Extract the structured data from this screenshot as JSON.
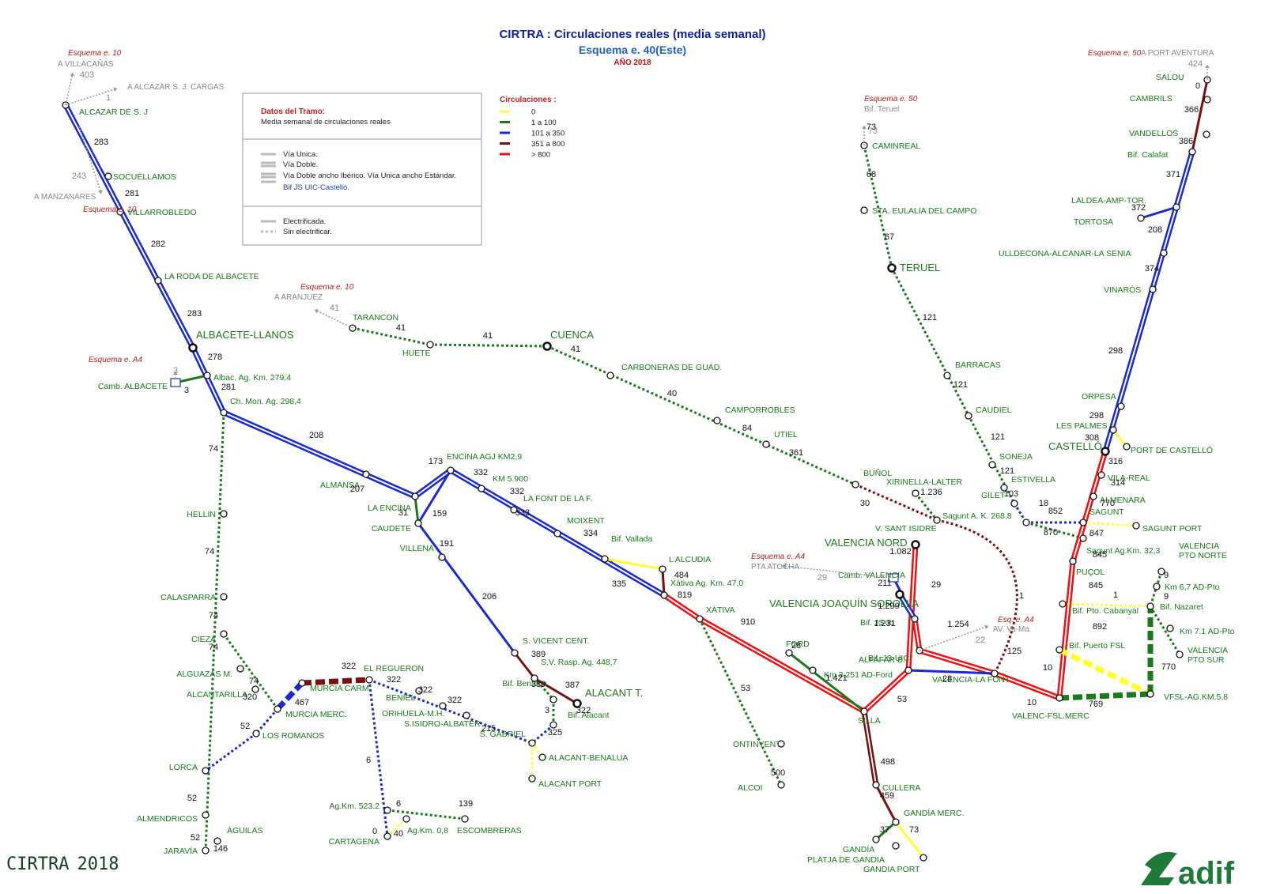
{
  "header": {
    "title": "CIRTRA : Circulaciones reales (media semanal)",
    "subtitle": "Esquema e. 40(Este)",
    "year": "AÑO  2018"
  },
  "legend": {
    "box_title": "Datos del Tramo:",
    "box_desc": "Media semanal de circulaciones reales",
    "track_unica": "Vía Unica.",
    "track_doble": "Vía Doble.",
    "track_mixta": "Vía Doble ancho Ibérico. Vía Unica ancho Estándar.",
    "track_bif": "Bif JS UIC-Castelló.",
    "electrified": "Electrificada.",
    "not_electrified": "Sin electrificar.",
    "circ_title": "Circulaciones  :",
    "circ": [
      {
        "label": "0",
        "color": "#ffff33"
      },
      {
        "label": "1 a 100",
        "color": "#1a7a1a"
      },
      {
        "label": "101 a 350",
        "color": "#1a2ad0"
      },
      {
        "label": "351 a 800",
        "color": "#7a1010"
      },
      {
        "label": "> 800",
        "color": "#ee1111"
      }
    ]
  },
  "footer": {
    "cirtra": "CIRTRA",
    "year": "2018",
    "logo": "adif"
  },
  "stations": [
    {
      "id": "alcazar",
      "name": "ALCAZAR  DE S. J"
    },
    {
      "id": "socuellamos",
      "name": "SOCUÉLLAMOS"
    },
    {
      "id": "villarrobledo",
      "name": "VILLARROBLEDO"
    },
    {
      "id": "laroda",
      "name": "LA RODA DE ALBACETE"
    },
    {
      "id": "albacete",
      "name": "ALBACETE-LLANOS"
    },
    {
      "id": "cambalb",
      "name": "Camb. ALBACETE"
    },
    {
      "id": "albag",
      "name": "Albac. Ag. Km. 279,4"
    },
    {
      "id": "chmon",
      "name": "Ch. Mon. Ag. 298,4"
    },
    {
      "id": "almansa",
      "name": "ALMANSA"
    },
    {
      "id": "laencina",
      "name": "LA ENCINA"
    },
    {
      "id": "caudete",
      "name": "CAUDETE"
    },
    {
      "id": "encinaagj",
      "name": "ENCINA AGJ KM2,9"
    },
    {
      "id": "km5900",
      "name": "KM 5.900"
    },
    {
      "id": "lafont",
      "name": "LA FONT DE LA F."
    },
    {
      "id": "moixent",
      "name": "MOIXENT"
    },
    {
      "id": "bifvallada",
      "name": "Bif. Vallada"
    },
    {
      "id": "lalcudia",
      "name": "L ALCUDIA"
    },
    {
      "id": "xativaag",
      "name": "Xàtiva Ag. Km. 47,0"
    },
    {
      "id": "xativa",
      "name": "XÀTIVA"
    },
    {
      "id": "villena",
      "name": "VILLENA"
    },
    {
      "id": "svicent",
      "name": "S. VICENT CENT."
    },
    {
      "id": "svrasp",
      "name": "S.V. Rasp. Ag. 448,7"
    },
    {
      "id": "bifbenalua",
      "name": "Bif. Benalua"
    },
    {
      "id": "alacantt",
      "name": "ALACANT T."
    },
    {
      "id": "bifalacant",
      "name": "Bif. Alacant"
    },
    {
      "id": "sgabriel",
      "name": "S. GABRIEL"
    },
    {
      "id": "alacantben",
      "name": "ALACANT-BENALUA"
    },
    {
      "id": "alacantport",
      "name": "ALACANT PORT"
    },
    {
      "id": "hellin",
      "name": "HELLIN"
    },
    {
      "id": "calasparra",
      "name": "CALASPARRA"
    },
    {
      "id": "cieza",
      "name": "CIEZA"
    },
    {
      "id": "alguazas",
      "name": "ALGUAZAS M."
    },
    {
      "id": "alcantarilla",
      "name": "ALCANTARILLA"
    },
    {
      "id": "murciacarm",
      "name": "MURCIA CARM."
    },
    {
      "id": "murciamerc",
      "name": "MURCIA MERC."
    },
    {
      "id": "losromanos",
      "name": "LOS ROMANOS"
    },
    {
      "id": "lorca",
      "name": "LORCA"
    },
    {
      "id": "almendricos",
      "name": "ALMENDRICOS"
    },
    {
      "id": "jaravia",
      "name": "JARAVÍA"
    },
    {
      "id": "aguilas",
      "name": "ÁGUILAS"
    },
    {
      "id": "elregueron",
      "name": "EL REGUERON"
    },
    {
      "id": "beniel",
      "name": "BENIEL"
    },
    {
      "id": "orihuela",
      "name": "ORIHUELA-M.H."
    },
    {
      "id": "sisidro",
      "name": "S.ISIDRO-ALBATER"
    },
    {
      "id": "agkm523",
      "name": "Ag.Km. 523.2"
    },
    {
      "id": "cartagena",
      "name": "CARTAGENA"
    },
    {
      "id": "agkm08",
      "name": "Ag.Km. 0,8"
    },
    {
      "id": "escombreras",
      "name": "ESCOMBRERAS"
    },
    {
      "id": "tarancon",
      "name": "TARANCON"
    },
    {
      "id": "huete",
      "name": "HUETE"
    },
    {
      "id": "cuenca",
      "name": "CUENCA"
    },
    {
      "id": "carboneras",
      "name": "CARBONERAS DE GUAD."
    },
    {
      "id": "camporrobles",
      "name": "CAMPORROBLES"
    },
    {
      "id": "utiel",
      "name": "UTIEL"
    },
    {
      "id": "bunol",
      "name": "BUÑOL"
    },
    {
      "id": "xirivella",
      "name": "XIRINELLA-LALTER"
    },
    {
      "id": "vsantisidre",
      "name": "V. SANT ISIDRE"
    },
    {
      "id": "valencianord",
      "name": "VALENCIA NORD"
    },
    {
      "id": "cambvalencia",
      "name": "Camb. VALENCIA"
    },
    {
      "id": "joaquin",
      "name": "VALENCIA JOAQUÍN SOROLLA"
    },
    {
      "id": "bifjsib",
      "name": "Bif. JS-Ib"
    },
    {
      "id": "bifjsuic",
      "name": "Bif. JS-UIC"
    },
    {
      "id": "ford",
      "name": "FORD"
    },
    {
      "id": "km3251",
      "name": "Km 3,251 AD-Ford"
    },
    {
      "id": "alfafar",
      "name": "ALFAFAR B."
    },
    {
      "id": "silla",
      "name": "SILLA"
    },
    {
      "id": "valfont",
      "name": "VALENCIA-LA FONT"
    },
    {
      "id": "ontinyent",
      "name": "ONTINYENT"
    },
    {
      "id": "alcoi",
      "name": "ALCOI"
    },
    {
      "id": "cullera",
      "name": "CULLERA"
    },
    {
      "id": "gandiamerc",
      "name": "GANDÍA MERC."
    },
    {
      "id": "gandia",
      "name": "GANDÍA"
    },
    {
      "id": "platjagandia",
      "name": "PLATJA DE GANDIA"
    },
    {
      "id": "gandiaport",
      "name": "GANDIA PORT"
    },
    {
      "id": "caminreal",
      "name": "CAMINREAL"
    },
    {
      "id": "staeulalia",
      "name": "STA. EULALIA DEL CAMPO"
    },
    {
      "id": "teruel",
      "name": "TERUEL"
    },
    {
      "id": "barracas",
      "name": "BARRACAS"
    },
    {
      "id": "caudiel",
      "name": "CAUDIEL"
    },
    {
      "id": "soneja",
      "name": "SONEJA"
    },
    {
      "id": "estivella",
      "name": "ESTIVELLA"
    },
    {
      "id": "gilet",
      "name": "GILET"
    },
    {
      "id": "saguntak",
      "name": "Sagunt A. K. 268,8"
    },
    {
      "id": "sagunt",
      "name": "SAGUNT"
    },
    {
      "id": "saguntport",
      "name": "SAGUNT PORT"
    },
    {
      "id": "saguntag",
      "name": "Sagunt Ag.Km. 32,3"
    },
    {
      "id": "pucol",
      "name": "PUÇOL"
    },
    {
      "id": "almenara",
      "name": "ALMENARA"
    },
    {
      "id": "vilareal",
      "name": "VILA-REAL"
    },
    {
      "id": "castello",
      "name": "CASTELLÓ"
    },
    {
      "id": "portcastello",
      "name": "PORT DE CASTELLÓ"
    },
    {
      "id": "lespalmes",
      "name": "LES PALMES"
    },
    {
      "id": "orpesa",
      "name": "ORPESA"
    },
    {
      "id": "vinaros",
      "name": "VINARÓS"
    },
    {
      "id": "ulldecona",
      "name": "ULLDECONA-ALCANAR-LA SENIA"
    },
    {
      "id": "tortosa",
      "name": "TORTOSA"
    },
    {
      "id": "laldea",
      "name": "LALDEA-AMP-TOR."
    },
    {
      "id": "bifcalafat",
      "name": "Bif. Calafat"
    },
    {
      "id": "vandellos",
      "name": "VANDELLOS"
    },
    {
      "id": "cambrils",
      "name": "CAMBRILS"
    },
    {
      "id": "salou",
      "name": "SALOU"
    },
    {
      "id": "bifcabanyal",
      "name": "Bif. Pto. Cabanyal"
    },
    {
      "id": "bifpuertofsl",
      "name": "Bif. Puerto FSL"
    },
    {
      "id": "valencfsl",
      "name": "VALENC-FSL.MERC"
    },
    {
      "id": "vfsl",
      "name": "VFSL-AG.KM.5,8"
    },
    {
      "id": "valptonorte",
      "name": "VALENCIA\nPTO NORTE"
    },
    {
      "id": "km67",
      "name": "Km 6,7 AD-Pto"
    },
    {
      "id": "bifnazaret",
      "name": "Bif. Nazaret"
    },
    {
      "id": "km71",
      "name": "Km 7.1 AD-Pto"
    },
    {
      "id": "valptosur",
      "name": "VALENCIA\nPTO SUR"
    }
  ],
  "external": [
    {
      "id": "e_villacanas",
      "scheme": "Esquema e. 10",
      "dest": "A  VILLACAÑAS",
      "value": "403"
    },
    {
      "id": "e_alcazarcargas",
      "scheme": "",
      "dest": "A  ALCAZAR S. J. CARGAS",
      "value": "1"
    },
    {
      "id": "e_manzanares",
      "scheme": "Esquema e. 10",
      "dest": "A  MANZANARES",
      "value": "243"
    },
    {
      "id": "e_aranjuez",
      "scheme": "Esquema e. 10",
      "dest": "A  ARANJUEZ",
      "value": "41"
    },
    {
      "id": "e_a4alb",
      "scheme": "Esquema e. A4",
      "dest": "",
      "value": "3"
    },
    {
      "id": "e_atocha",
      "scheme": "Esquema e. A4",
      "dest": "PTA ATOCHA",
      "value": "29"
    },
    {
      "id": "e_vama",
      "scheme": "Esq. e. A4",
      "dest": "AV. Va-Ma",
      "value": "22"
    },
    {
      "id": "e_teruel",
      "scheme": "Esquema e. 50",
      "dest": "Bif. Teruel",
      "value": "73"
    },
    {
      "id": "e_portaventura",
      "scheme": "Esquema e. 50",
      "dest": "A PORT AVENTURA",
      "value": "424"
    }
  ],
  "segment_values": [
    "283",
    "281",
    "282",
    "283",
    "278",
    "281",
    "3",
    "208",
    "207",
    "173",
    "31",
    "159",
    "332",
    "332",
    "333",
    "334",
    "335",
    "484",
    "819",
    "910",
    "191",
    "206",
    "389",
    "389",
    "387",
    "322",
    "325",
    "3",
    "74",
    "74",
    "74",
    "74",
    "74",
    "320",
    "467",
    "322",
    "322",
    "322",
    "322",
    "215",
    "52",
    "52",
    "52",
    "146",
    "6",
    "6",
    "139",
    "0",
    "40",
    "41",
    "41",
    "41",
    "40",
    "84",
    "361",
    "30",
    "1.236",
    "1.082",
    "29",
    "211",
    "1.299",
    "1.231",
    "1.254",
    "125",
    "28",
    "28",
    "1.421",
    "53",
    "53",
    "500",
    "498",
    "459",
    "37",
    "73",
    "73",
    "68",
    "67",
    "121",
    "121",
    "121",
    "121",
    "103",
    "18",
    "852",
    "870",
    "847",
    "845",
    "845",
    "892",
    "10",
    "10",
    "769",
    "770",
    "770",
    "316",
    "314",
    "308",
    "298",
    "298",
    "208",
    "374",
    "372",
    "371",
    "386",
    "366",
    "0",
    "1",
    "1",
    "9",
    "9"
  ],
  "colors": {
    "yellow": "#ffff33",
    "green": "#1a7a1a",
    "blue": "#1a2ad0",
    "maroon": "#7a1010",
    "red": "#ee1111",
    "grey": "#9a9a9a"
  }
}
